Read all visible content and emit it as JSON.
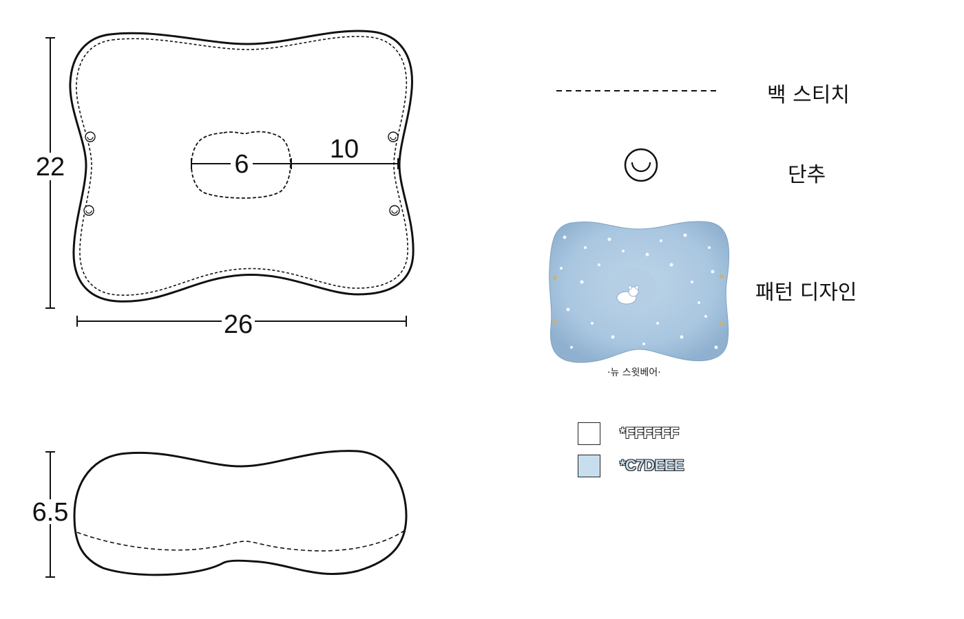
{
  "top_view": {
    "height_label": "22",
    "width_label": "26",
    "hole_label": "6",
    "offset_label": "10"
  },
  "side_view": {
    "height_label": "6.5"
  },
  "legend": {
    "stitch_label": "백 스티치",
    "button_label": "단추",
    "pattern_label": "패턴 디자인",
    "pattern_caption": "·뉴 스윗베어·"
  },
  "colors": [
    {
      "code": "*FFFFFF",
      "hex": "#FFFFFF",
      "text_color": "#FFFFFF"
    },
    {
      "code": "*C7DEEE",
      "hex": "#C7DEEE",
      "text_color": "#C7DEEE"
    }
  ]
}
